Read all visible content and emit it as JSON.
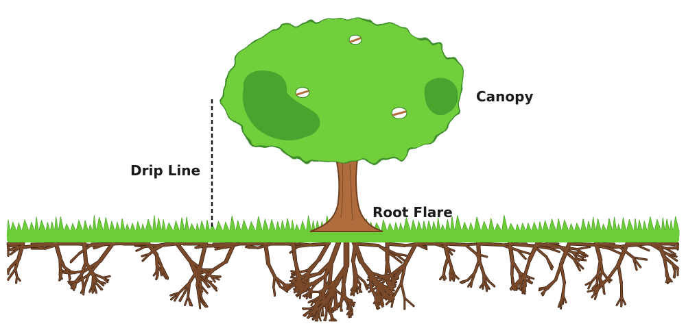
{
  "labels": {
    "canopy": "Canopy",
    "drip_line": "Drip Line",
    "root_flare": "Root Flare"
  },
  "colors": {
    "canopy_light": "#6fcf3a",
    "canopy_dark": "#3f9e2e",
    "canopy_outline": "#3c8a2a",
    "trunk": "#b06c3c",
    "trunk_outline": "#6d3f1f",
    "grass": "#6ccd38",
    "grass_dark": "#4ea82c",
    "roots": "#7a4a2a",
    "roots_outline": "#3e2414",
    "text": "#1a1a1a"
  }
}
